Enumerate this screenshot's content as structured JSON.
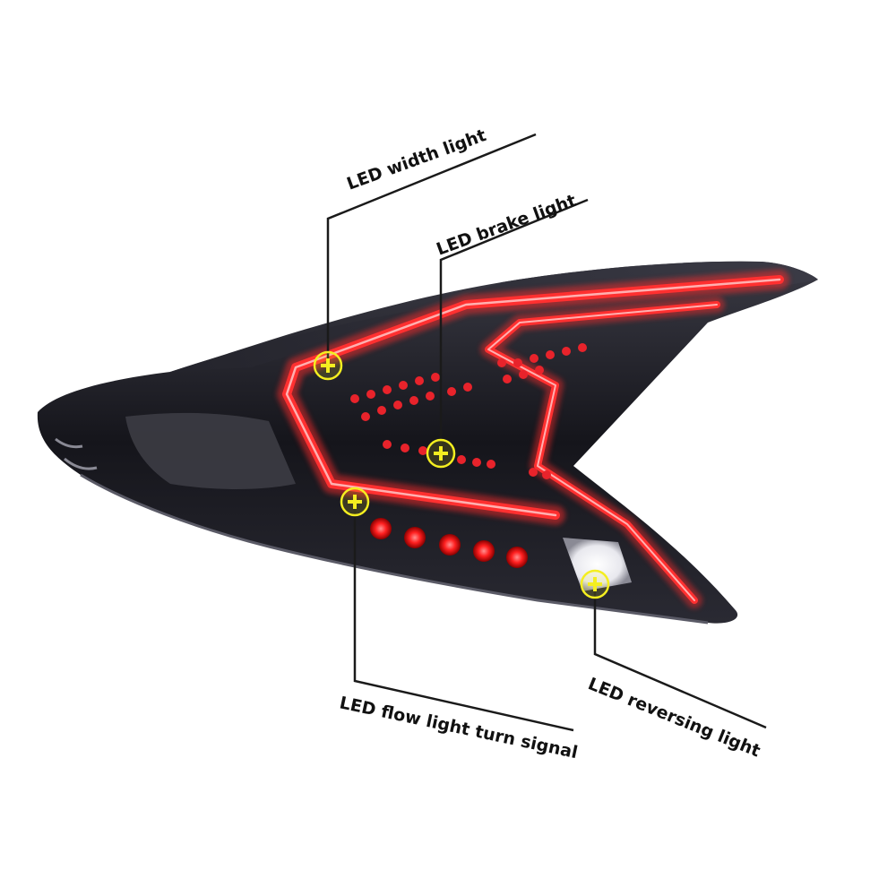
{
  "colors": {
    "background": "#ffffff",
    "housing": "#1c1c22",
    "lens_red": "#ff2a2a",
    "marker_fill": "#f4ee20",
    "text": "#111111"
  },
  "callouts": [
    {
      "id": "width",
      "label": "LED width light",
      "icon": "plus-marker-icon"
    },
    {
      "id": "brake",
      "label": "LED brake light",
      "icon": "plus-marker-icon"
    },
    {
      "id": "turn",
      "label": "LED flow light turn signal",
      "icon": "plus-marker-icon"
    },
    {
      "id": "reverse",
      "label": "LED reversing light",
      "icon": "plus-marker-icon"
    }
  ]
}
